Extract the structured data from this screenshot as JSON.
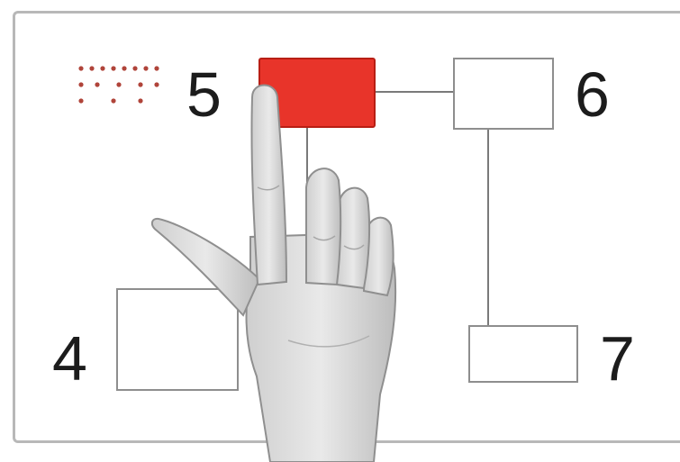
{
  "labels": {
    "box4": "4",
    "box5": "5",
    "box6": "6",
    "box7": "7"
  },
  "colors": {
    "active_box": "#e8342a",
    "braille_dots": "#b0443a",
    "box_border": "#8e8e8e",
    "wire": "#7a7a7a",
    "panel_border": "#b8b8b8"
  },
  "icons": {
    "braille": "braille-dots-icon",
    "hand": "pointing-hand-icon"
  }
}
